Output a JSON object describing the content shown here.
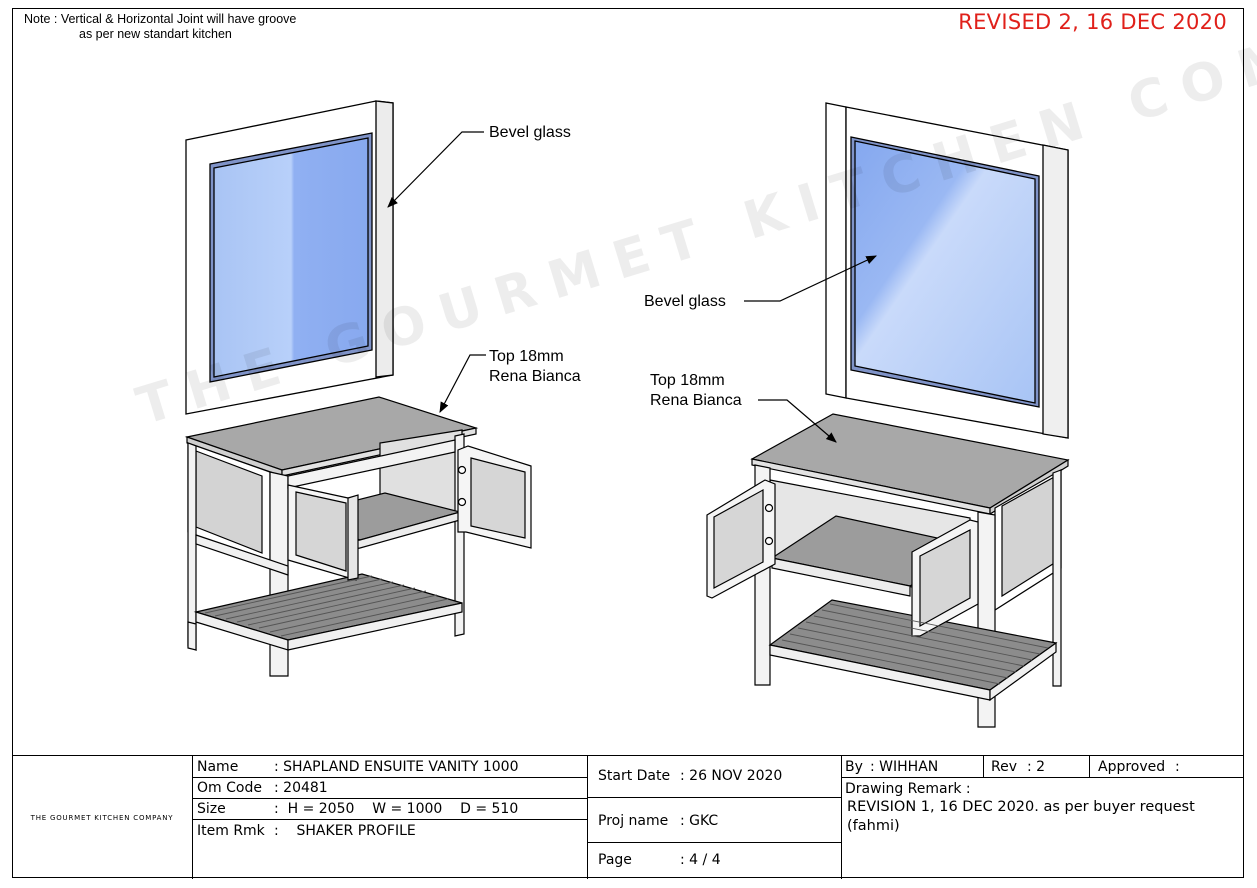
{
  "note": {
    "line1": "Note : Vertical & Horizontal Joint will have groove",
    "line2": "as per new standart kitchen"
  },
  "revision_banner": "REVISED 2, 16 DEC 2020",
  "watermark": "THE GOURMET KITCHEN COMPANY",
  "callouts": {
    "left_glass": "Bevel glass",
    "left_top_1": "Top 18mm",
    "left_top_2": "Rena Bianca",
    "right_glass": "Bevel glass",
    "right_top_1": "Top 18mm",
    "right_top_2": "Rena Bianca"
  },
  "title_block": {
    "company": "THE GOURMET KITCHEN COMPANY",
    "name_label": "Name",
    "name_value": ":  SHAPLAND ENSUITE VANITY 1000",
    "om_label": "Om Code",
    "om_value": ":  20481",
    "size_label": "Size",
    "size_value": ":  H = 2050    W = 1000    D = 510",
    "item_label": "Item Rmk",
    "item_value": ":    SHAKER PROFILE",
    "start_label": "Start Date",
    "start_value": ":  26 NOV 2020",
    "proj_label": "Proj name",
    "proj_value": ":  GKC",
    "page_label": "Page",
    "page_value": ":  4 / 4",
    "by_label": "By",
    "by_value": ":  WIHHAN",
    "rev_label": "Rev",
    "rev_value": ":  2",
    "approved_label": "Approved",
    "approved_value": ":",
    "remark_label": "Drawing Remark :",
    "remark_line1": "REVISION 1, 16 DEC 2020. as per buyer request",
    "remark_line2": "(fahmi)"
  }
}
